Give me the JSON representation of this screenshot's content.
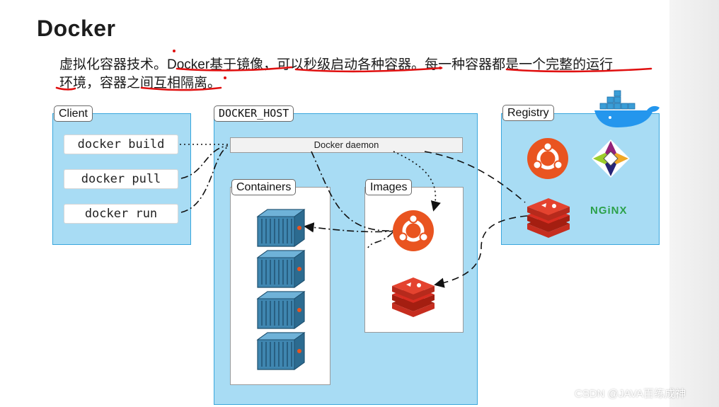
{
  "slide": {
    "title": "Docker",
    "subtitle_line1": "虚拟化容器技术。Docker基于镜像，可以秒级启动各种容器。每一种容器都是一个完整的运行",
    "subtitle_line2": "环境，容器之间互相隔离。"
  },
  "diagram": {
    "client": {
      "label": "Client",
      "commands": [
        "docker build",
        "docker pull",
        "docker run"
      ]
    },
    "host": {
      "label": "DOCKER_HOST",
      "daemon": "Docker daemon",
      "containers_label": "Containers",
      "images_label": "Images"
    },
    "registry": {
      "label": "Registry",
      "nginx_logo_text": "NGiNX"
    }
  },
  "colors": {
    "box_fill": "#a8dcf4",
    "box_border": "#3aa7dd",
    "ubuntu": "#e95420",
    "redis": "#d82c20",
    "container": "#4a8db7",
    "annotation_underline": "#e01010"
  },
  "icons": [
    "docker-whale-icon",
    "ubuntu-logo-icon",
    "redis-logo-icon",
    "centos-logo-icon",
    "nginx-logo",
    "container-icon"
  ],
  "watermark": "CSDN @JAVA百练成神"
}
